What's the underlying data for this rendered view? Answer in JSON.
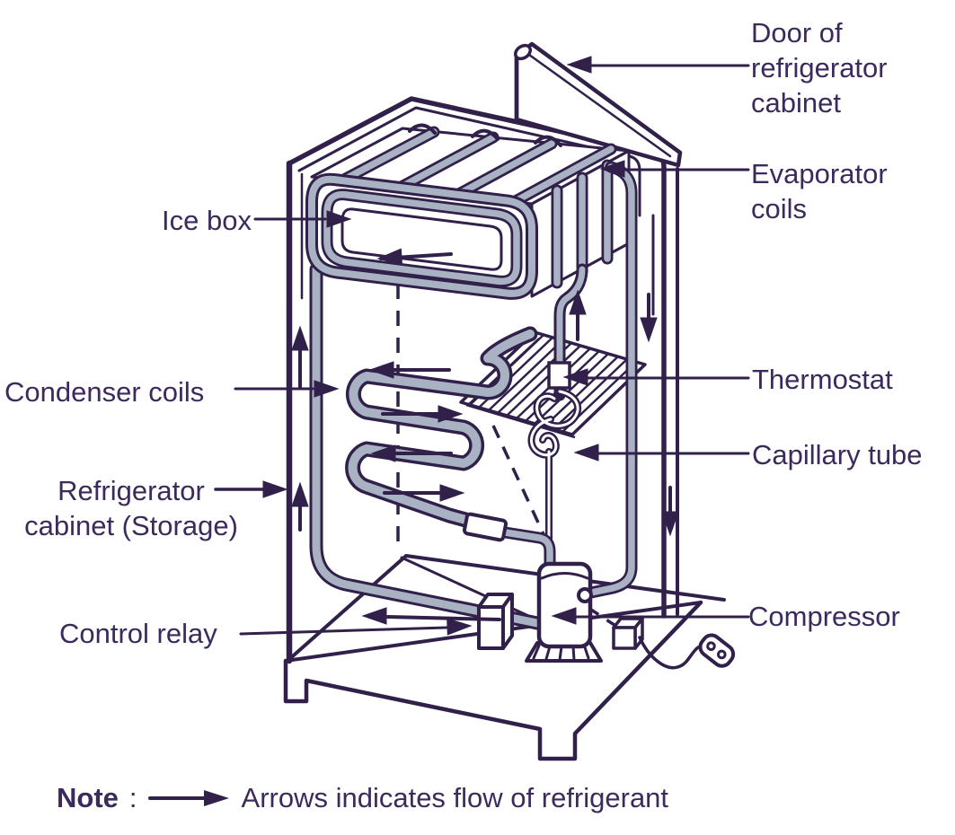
{
  "diagram": {
    "labels": {
      "door": [
        "Door of",
        "refrigerator",
        "cabinet"
      ],
      "evaporator_coils": [
        "Evaporator",
        "coils"
      ],
      "ice_box": "Ice box",
      "condenser_coils": "Condenser coils",
      "refrigerator_cabinet": [
        "Refrigerator",
        "cabinet (Storage)"
      ],
      "control_relay": "Control relay",
      "thermostat": "Thermostat",
      "capillary_tube": "Capillary tube",
      "compressor": "Compressor"
    },
    "note": {
      "label": "Note",
      "separator": ":",
      "text": "Arrows indicates flow of refrigerant"
    },
    "colors": {
      "line": "#30204a",
      "text": "#3c2a5d",
      "tube_fill": "#a9b2c3",
      "background": "#ffffff"
    }
  }
}
